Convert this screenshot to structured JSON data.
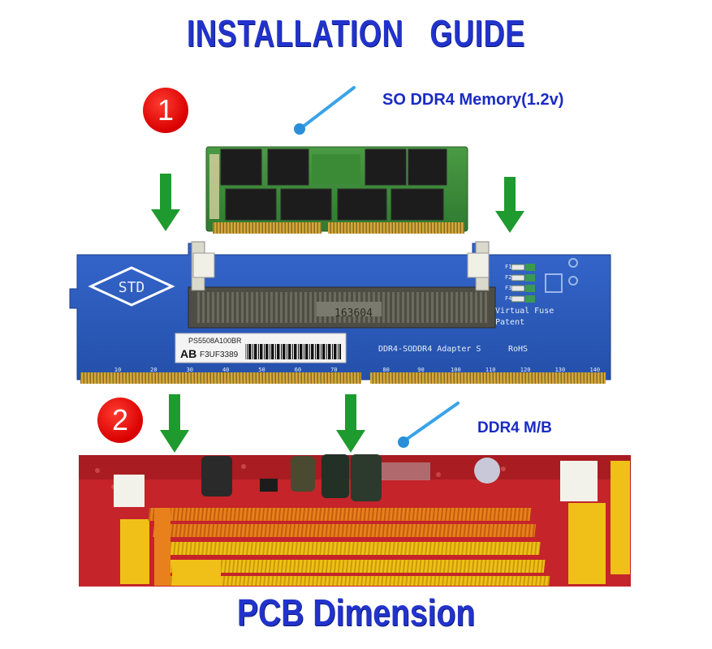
{
  "title": "INSTALLATION   GUIDE",
  "bottom_title": "PCB Dimension",
  "labels": {
    "memory": "SO DDR4 Memory(1.2v)",
    "motherboard": "DDR4 M/B"
  },
  "steps": [
    "1",
    "2"
  ],
  "adapter": {
    "logo": "STD",
    "chip_text": "163604",
    "barcode_top": "PS5508A100BR",
    "barcode_prefix": "AB",
    "barcode_code": "F3UF3389",
    "virtual_fuse_line1": "Virtual Fuse",
    "virtual_fuse_line2": "Patent",
    "model": "DDR4-SODDR4 Adapter S",
    "rohs": "RoHS",
    "scale_ticks": [
      "10",
      "20",
      "30",
      "40",
      "50",
      "60",
      "70",
      "80",
      "90",
      "100",
      "110",
      "120",
      "130",
      "140"
    ],
    "fuse_labels": [
      "F1",
      "F2",
      "F3",
      "F4"
    ]
  },
  "colors": {
    "title": "#2233cc",
    "step_circle": "#e00000",
    "arrow": "#1f9a2e",
    "pcb_blue": "#2a55b8",
    "ram_green": "#3f8f3a",
    "slot_orange": "#e8801c",
    "slot_yellow": "#f0c018",
    "pointer": "#3aa3e8"
  }
}
